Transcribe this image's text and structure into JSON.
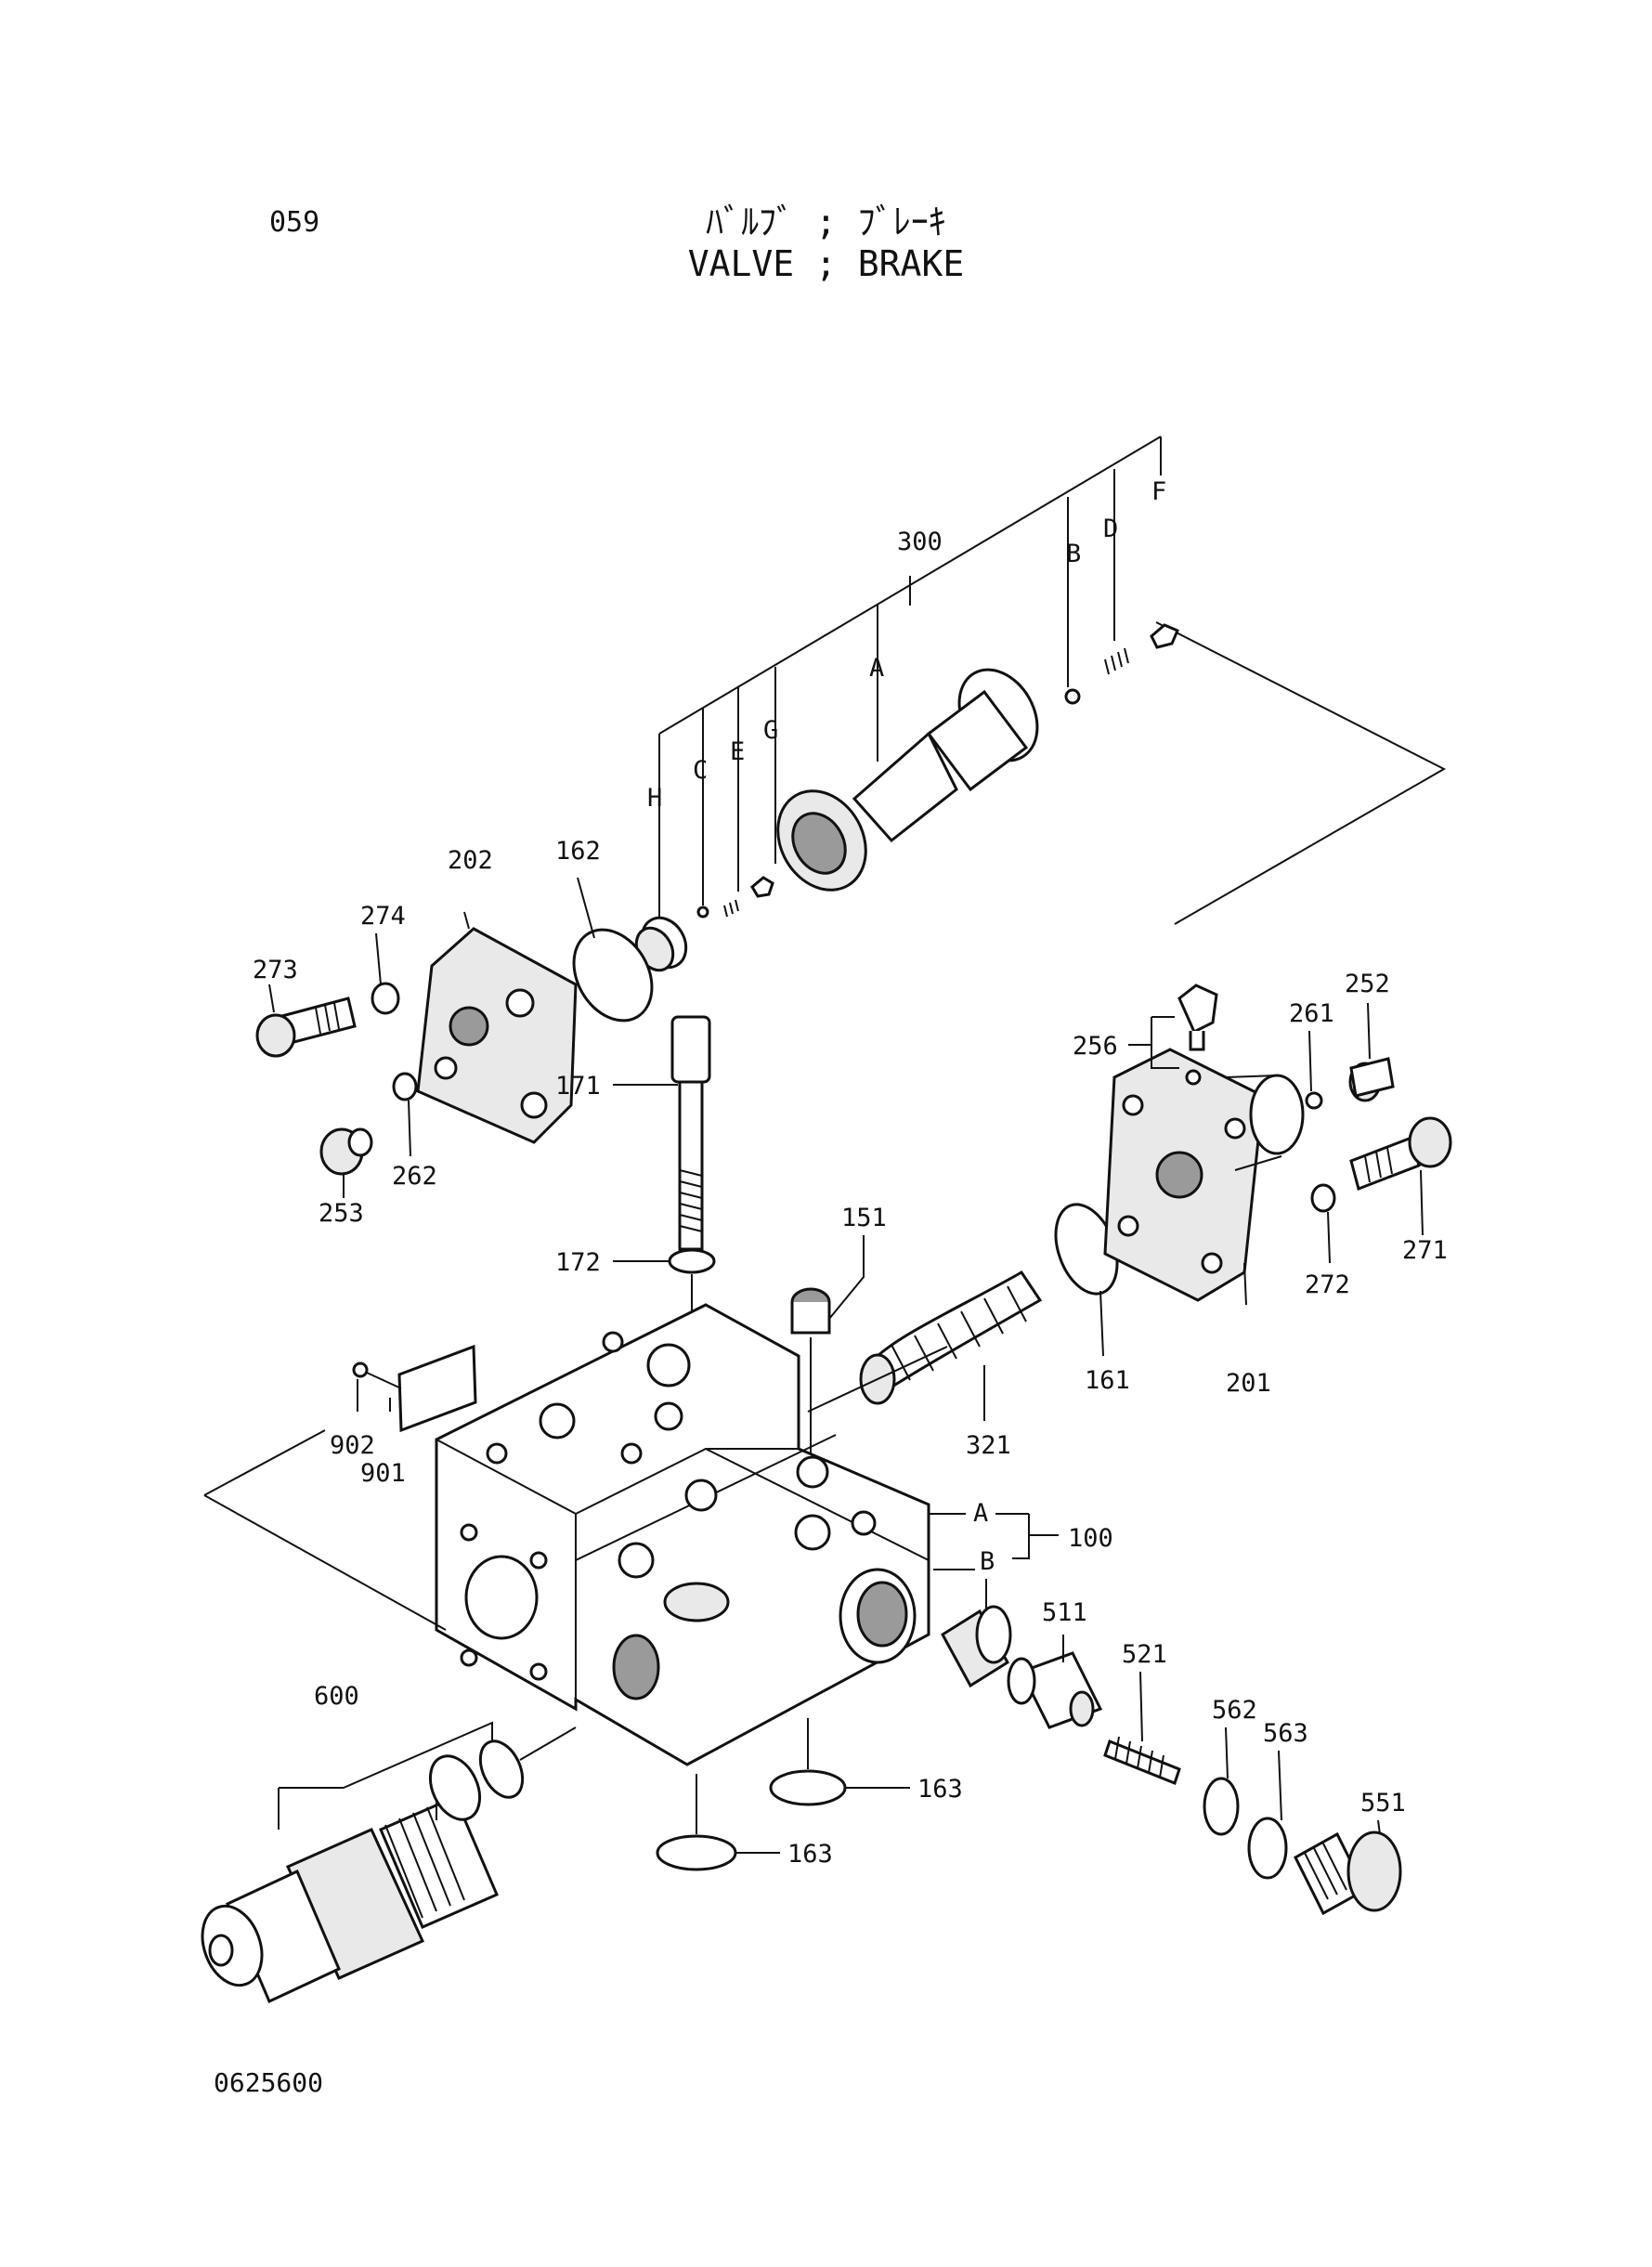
{
  "header": {
    "page_number": "059",
    "title_jp": "ﾊﾞﾙﾌﾞ ; ﾌﾞﾚｰｷ",
    "title_en": "VALVE ; BRAKE"
  },
  "footer": {
    "drawing_number": "0625600"
  },
  "callouts": {
    "c300": "300",
    "cA_top": "A",
    "cB_top": "B",
    "cC": "C",
    "cD": "D",
    "cE": "E",
    "cF": "F",
    "cG": "G",
    "cH": "H",
    "c202": "202",
    "c162": "162",
    "c274": "274",
    "c273": "273",
    "c253": "253",
    "c262": "262",
    "c171": "171",
    "c172": "172",
    "c151": "151",
    "c321": "321",
    "c161": "161",
    "c256": "256",
    "c261": "261",
    "c252": "252",
    "c271": "271",
    "c272": "272",
    "c201": "201",
    "c902": "902",
    "c901": "901",
    "cA_body": "A",
    "cB_body": "B",
    "c100": "100",
    "c511": "511",
    "c521": "521",
    "c562": "562",
    "c563": "563",
    "c551": "551",
    "c600": "600",
    "c163a": "163",
    "c163b": "163"
  }
}
